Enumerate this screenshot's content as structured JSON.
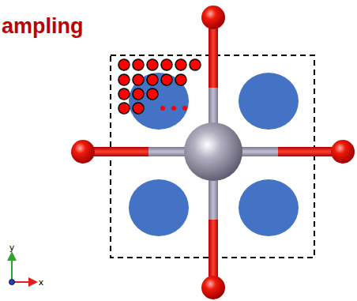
{
  "diagram": {
    "title": "ampling",
    "labels": [
      "y",
      "x"
    ]
  }
}
